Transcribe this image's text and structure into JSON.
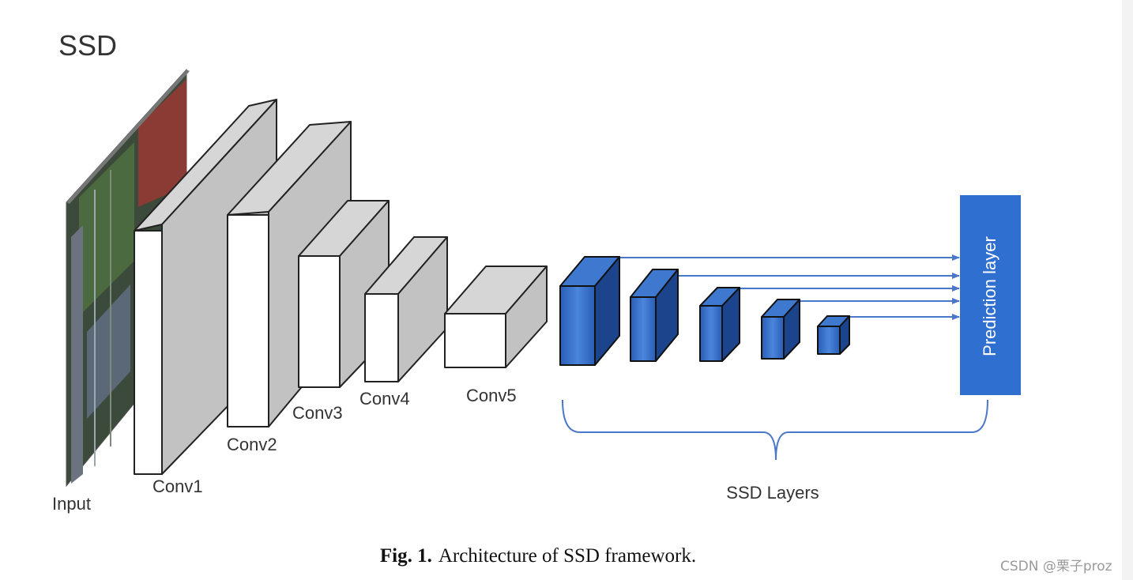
{
  "figure": {
    "title": "SSD",
    "caption_label": "Fig. 1.",
    "caption_text": "Architecture of SSD framework.",
    "watermark": "CSDN @栗子proz"
  },
  "layers": {
    "input": "Input",
    "conv1": "Conv1",
    "conv2": "Conv2",
    "conv3": "Conv3",
    "conv4": "Conv4",
    "conv5": "Conv5",
    "ssd_group": "SSD Layers",
    "prediction": "Prediction layer"
  },
  "colors": {
    "conv_front": "#ffffff",
    "conv_side": "#c2c2c2",
    "conv_top": "#d6d6d6",
    "ssd_front": "#2f65bf",
    "ssd_side": "#1c448c",
    "ssd_top": "#3f78cf",
    "prediction_fill": "#2f6fd0",
    "arrow": "#4a78c8",
    "brace": "#4a78c8"
  }
}
